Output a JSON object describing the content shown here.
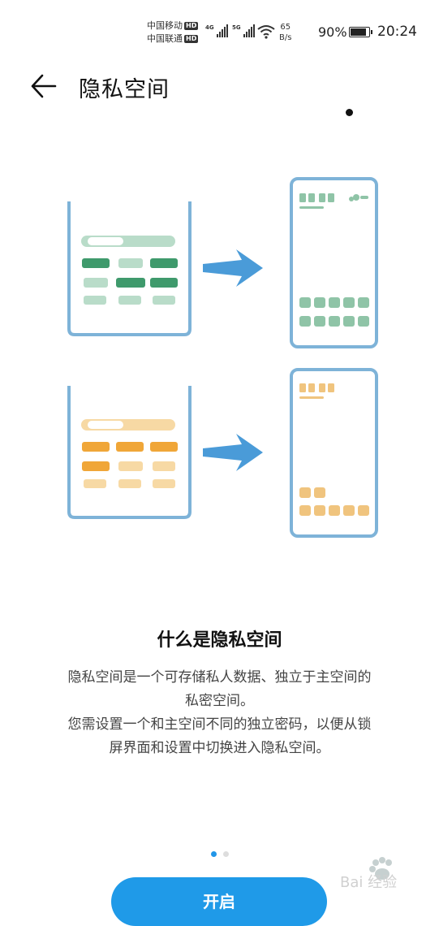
{
  "status_bar": {
    "carrier1": "中国移动",
    "carrier2": "中国联通",
    "hd": "HD",
    "network1": "4G",
    "network2": "5G",
    "net_speed_value": "65",
    "net_speed_unit": "B/s",
    "battery_percent": "90%",
    "time": "20:24"
  },
  "header": {
    "title": "隐私空间"
  },
  "content": {
    "heading": "什么是隐私空间",
    "description_lines": [
      "隐私空间是一个可存储私人数据、独立于主空间的",
      "私密空间。",
      "您需设置一个和主空间不同的独立密码，以便从锁",
      "屏界面和设置中切换进入隐私空间。"
    ]
  },
  "pager": {
    "count": 2,
    "active": 0
  },
  "actions": {
    "primary_label": "开启"
  },
  "watermark": {
    "text": "Bai 经验"
  },
  "colors": {
    "accent": "#1f9ae8",
    "green_dark": "#3f9a6c",
    "green_light": "#b9dcc9",
    "orange_dark": "#f0a638",
    "orange_light": "#f7d9a4",
    "frame_blue": "#7eb3d8"
  }
}
